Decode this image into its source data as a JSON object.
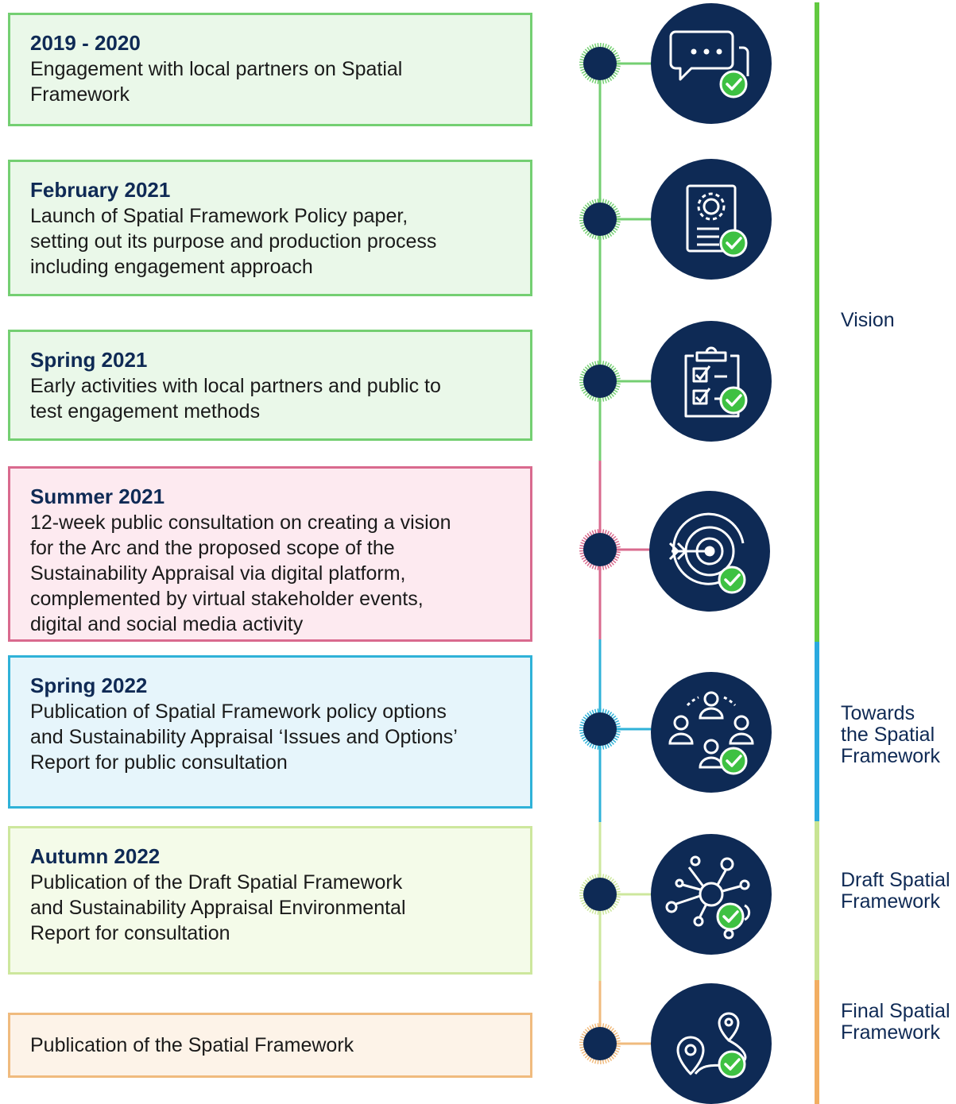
{
  "milestones": [
    {
      "date": "2019 - 2020",
      "text": "Engagement with local partners on Spatial\nFramework",
      "icon": "chat-bubbles-icon",
      "color": "#74cf72"
    },
    {
      "date": "February 2021",
      "text": "Launch of Spatial Framework Policy paper,\nsetting out its purpose and production process\nincluding engagement approach",
      "icon": "document-gear-icon",
      "color": "#74cf72"
    },
    {
      "date": "Spring 2021",
      "text": "Early activities with local partners and public to\ntest engagement methods",
      "icon": "clipboard-checklist-icon",
      "color": "#74cf72"
    },
    {
      "date": "Summer 2021",
      "text": "12-week public consultation on creating a vision\nfor the Arc and the proposed scope of the\nSustainability Appraisal via digital platform,\ncomplemented by virtual stakeholder events,\ndigital and social media activity",
      "icon": "target-arrow-icon",
      "color": "#d96a8e"
    },
    {
      "date": "Spring 2022",
      "text": "Publication of Spatial Framework policy options\nand Sustainability Appraisal ‘Issues and Options’\nReport for public consultation",
      "icon": "people-network-icon",
      "color": "#2fb2d8"
    },
    {
      "date": "Autumn 2022",
      "text": "Publication of the Draft Spatial Framework\nand Sustainability Appraisal Environmental\nReport for consultation",
      "icon": "hub-network-icon",
      "color": "#cde79d"
    },
    {
      "date": "",
      "text": "Publication of the Spatial Framework",
      "icon": "map-pins-route-icon",
      "color": "#f0bb7e"
    }
  ],
  "phases": [
    {
      "label": "Vision",
      "color": "#62c940"
    },
    {
      "label": "Towards\nthe Spatial\nFramework",
      "color": "#2aa9df"
    },
    {
      "label": "Draft Spatial\nFramework",
      "color": "#c8e493"
    },
    {
      "label": "Final Spatial\nFramework",
      "color": "#f2ae62"
    }
  ],
  "colors": {
    "navy": "#0e2a55",
    "check_green": "#3ec142"
  }
}
